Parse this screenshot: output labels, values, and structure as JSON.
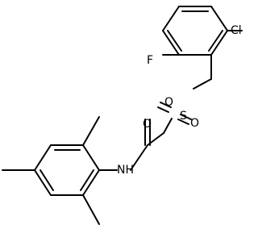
{
  "molecule": {
    "atoms": {
      "chlorine": "Cl",
      "fluorine": "F",
      "sulfonyl_oxygen_left": "O",
      "sulfur": "S",
      "sulfonyl_oxygen_right": "O",
      "carbonyl_oxygen": "O",
      "amide_nitrogen": "NH"
    }
  }
}
